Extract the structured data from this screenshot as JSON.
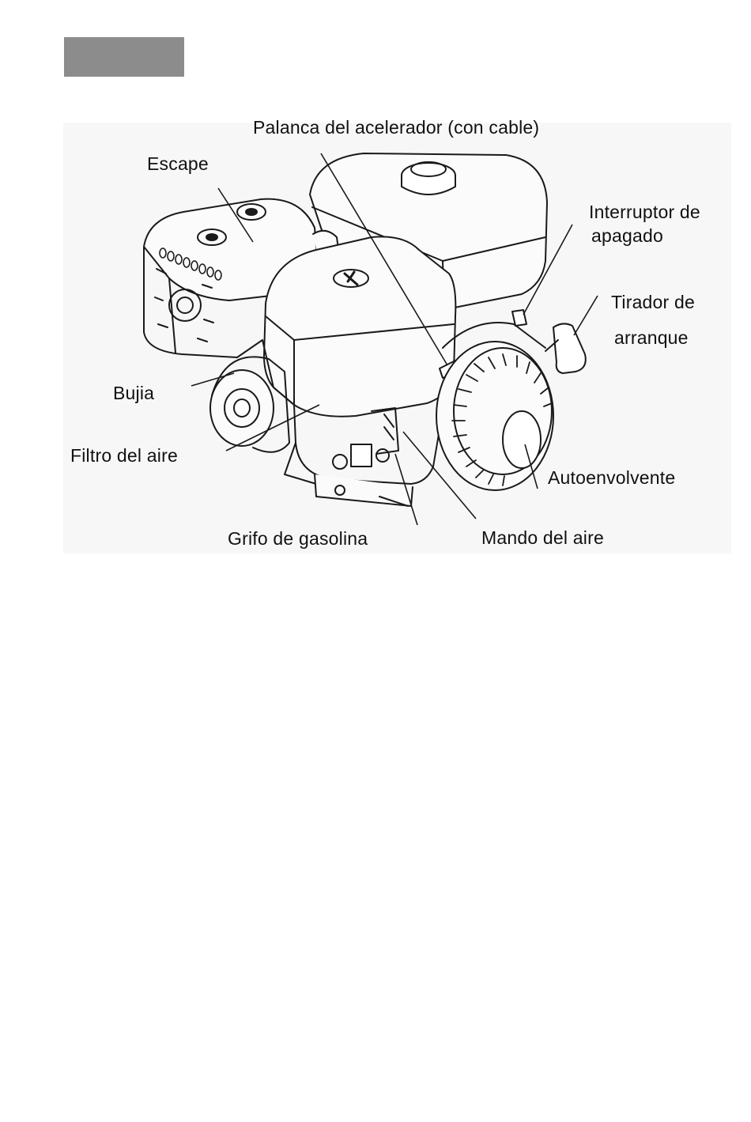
{
  "colors": {
    "header_block": "#8c8c8c",
    "line": "#1a1a1a",
    "figure_bg": "#f7f7f7"
  },
  "callouts": {
    "palanca": "Palanca del acelerador (con cable)",
    "escape": "Escape",
    "interruptor_line1": "Interruptor de",
    "interruptor_line2": "apagado",
    "tirador_line1": "Tirador de",
    "tirador_line2": "arranque",
    "bujia": "Bujia",
    "filtro": "Filtro del aire",
    "autoenvolvente": "Autoenvolvente",
    "grifo": "Grifo de gasolina",
    "mando": "Mando del aire"
  }
}
